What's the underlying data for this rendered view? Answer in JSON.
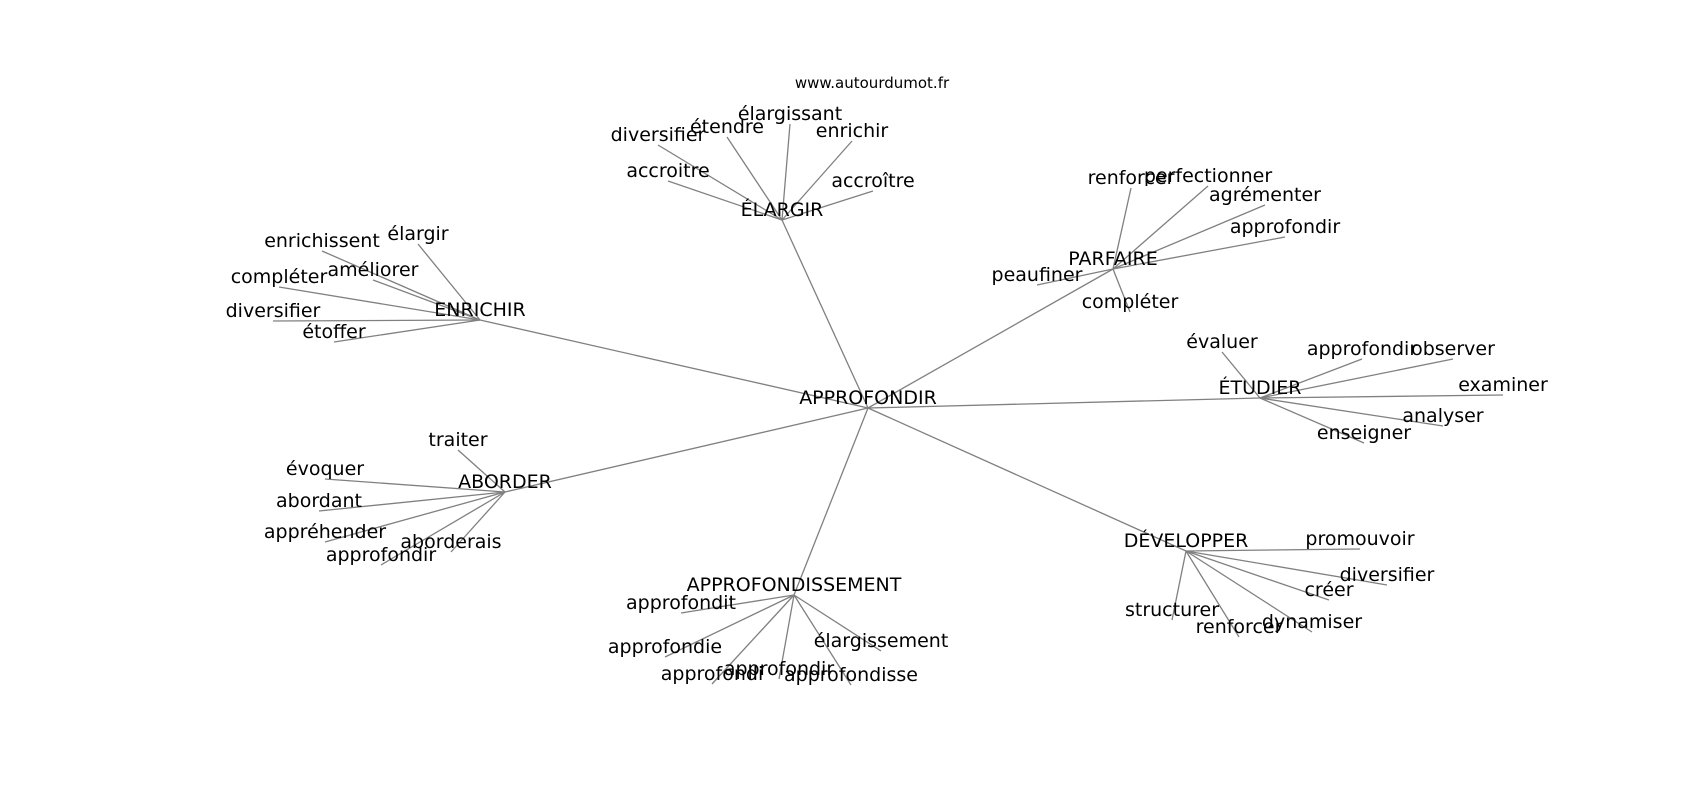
{
  "watermark": "www.autourdumot.fr",
  "center": {
    "id": "c",
    "label": "APPROFONDIR"
  },
  "groups": [
    {
      "id": "g1",
      "label": "ÉLARGIR",
      "leaves": [
        {
          "id": "g1a",
          "label": "diversifier"
        },
        {
          "id": "g1b",
          "label": "étendre"
        },
        {
          "id": "g1c",
          "label": "élargissant"
        },
        {
          "id": "g1d",
          "label": "enrichir"
        },
        {
          "id": "g1e",
          "label": "accroitre"
        },
        {
          "id": "g1f",
          "label": "accroître"
        }
      ]
    },
    {
      "id": "g2",
      "label": "PARFAIRE",
      "leaves": [
        {
          "id": "g2a",
          "label": "renforcer"
        },
        {
          "id": "g2b",
          "label": "perfectionner"
        },
        {
          "id": "g2c",
          "label": "agrémenter"
        },
        {
          "id": "g2d",
          "label": "approfondir"
        },
        {
          "id": "g2e",
          "label": "peaufiner"
        },
        {
          "id": "g2f",
          "label": "compléter"
        }
      ]
    },
    {
      "id": "g3",
      "label": "ENRICHIR",
      "leaves": [
        {
          "id": "g3a",
          "label": "enrichissent"
        },
        {
          "id": "g3b",
          "label": "élargir"
        },
        {
          "id": "g3c",
          "label": "compléter"
        },
        {
          "id": "g3d",
          "label": "améliorer"
        },
        {
          "id": "g3e",
          "label": "diversifier"
        },
        {
          "id": "g3f",
          "label": "étoffer"
        }
      ]
    },
    {
      "id": "g4",
      "label": "ÉTUDIER",
      "leaves": [
        {
          "id": "g4a",
          "label": "évaluer"
        },
        {
          "id": "g4b",
          "label": "approfondir"
        },
        {
          "id": "g4c",
          "label": "observer"
        },
        {
          "id": "g4d",
          "label": "examiner"
        },
        {
          "id": "g4e",
          "label": "analyser"
        },
        {
          "id": "g4f",
          "label": "enseigner"
        }
      ]
    },
    {
      "id": "g5",
      "label": "ABORDER",
      "leaves": [
        {
          "id": "g5a",
          "label": "traiter"
        },
        {
          "id": "g5b",
          "label": "évoquer"
        },
        {
          "id": "g5c",
          "label": "abordant"
        },
        {
          "id": "g5d",
          "label": "appréhender"
        },
        {
          "id": "g5e",
          "label": "aborderais"
        },
        {
          "id": "g5f",
          "label": "approfondir"
        }
      ]
    },
    {
      "id": "g6",
      "label": "DÉVELOPPER",
      "leaves": [
        {
          "id": "g6a",
          "label": "promouvoir"
        },
        {
          "id": "g6b",
          "label": "diversifier"
        },
        {
          "id": "g6c",
          "label": "créer"
        },
        {
          "id": "g6d",
          "label": "structurer"
        },
        {
          "id": "g6e",
          "label": "dynamiser"
        },
        {
          "id": "g6f",
          "label": "renforcer"
        }
      ]
    },
    {
      "id": "g7",
      "label": "APPROFONDISSEMENT",
      "leaves": [
        {
          "id": "g7a",
          "label": "approfondit"
        },
        {
          "id": "g7b",
          "label": "approfondie"
        },
        {
          "id": "g7c",
          "label": "élargissement"
        },
        {
          "id": "g7d",
          "label": "approfondir"
        },
        {
          "id": "g7e",
          "label": "approfondi"
        },
        {
          "id": "g7f",
          "label": "approfondisse"
        }
      ]
    }
  ]
}
